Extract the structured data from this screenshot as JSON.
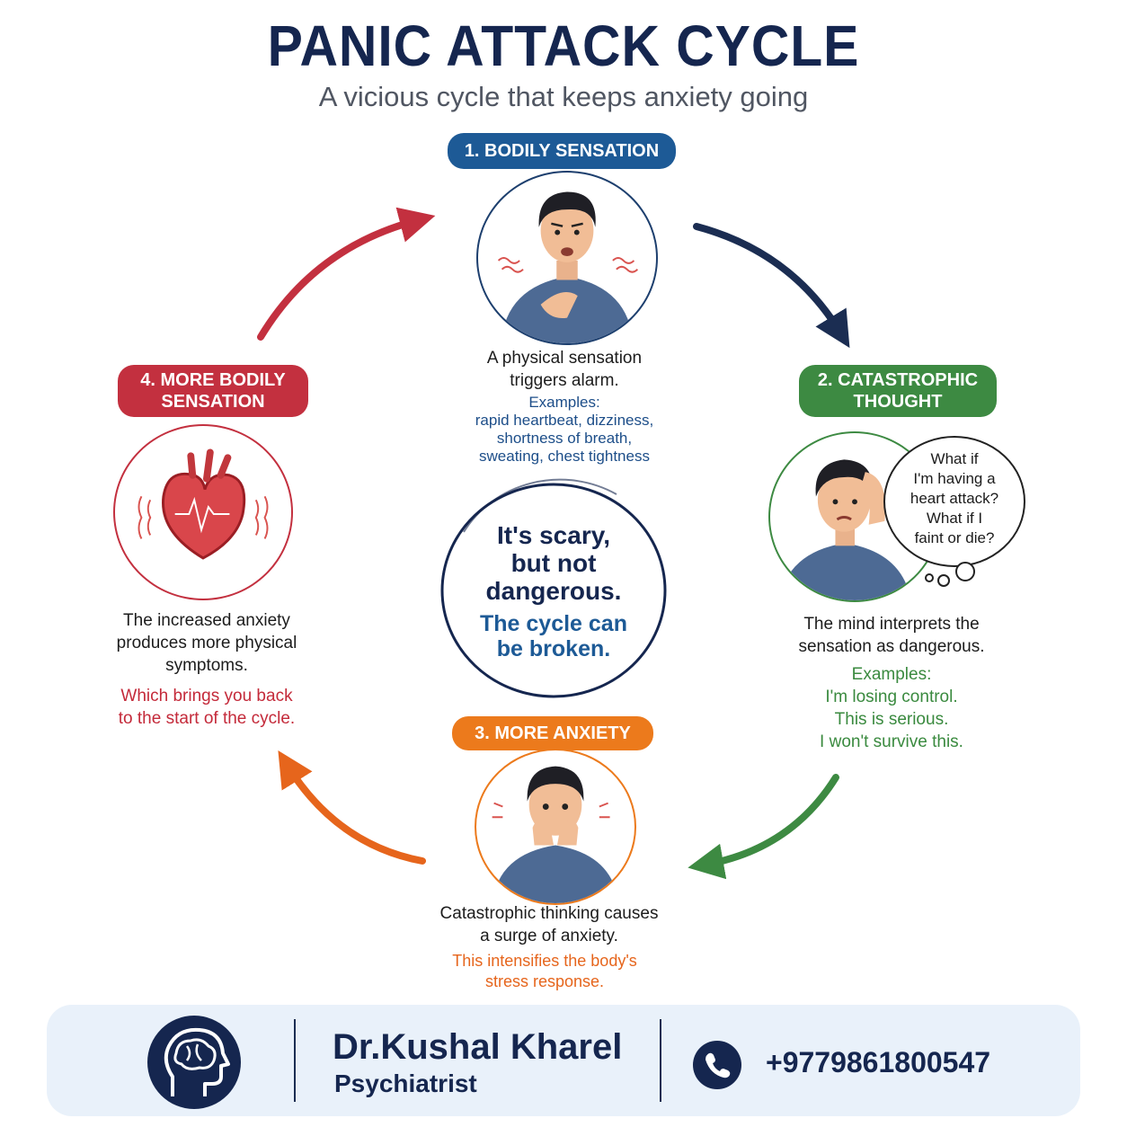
{
  "header": {
    "title": "PANIC ATTACK CYCLE",
    "subtitle": "A vicious cycle that keeps anxiety going"
  },
  "steps": [
    {
      "label": "1. BODILY SENSATION",
      "description": [
        "A physical sensation",
        "triggers alarm."
      ],
      "examples_heading": "Examples:",
      "examples": [
        "rapid heartbeat, dizziness,",
        "shortness of breath,",
        "sweating, chest tightness"
      ],
      "color": "#1d5a96"
    },
    {
      "label_lines": [
        "2. CATASTROPHIC",
        "THOUGHT"
      ],
      "thought_bubble": [
        "What if",
        "I'm having a",
        "heart attack?",
        "What if I",
        "faint or die?"
      ],
      "description": [
        "The mind interprets the",
        "sensation as dangerous."
      ],
      "examples_heading": "Examples:",
      "examples": [
        "I'm losing control.",
        "This is serious.",
        "I won't survive this."
      ],
      "color": "#3d8a42"
    },
    {
      "label": "3. MORE ANXIETY",
      "description": [
        "Catastrophic thinking causes",
        "a surge of anxiety."
      ],
      "note": [
        "This intensifies the body's",
        "stress response."
      ],
      "color": "#ec7a1c"
    },
    {
      "label_lines": [
        "4. MORE BODILY",
        "SENSATION"
      ],
      "description": [
        "The increased anxiety",
        "produces more physical",
        "symptoms."
      ],
      "note": [
        "Which brings you back",
        "to the start of the cycle."
      ],
      "color": "#c3303f"
    }
  ],
  "center": {
    "line1": [
      "It's scary,",
      "but not",
      "dangerous."
    ],
    "line2": [
      "The cycle can",
      "be broken."
    ]
  },
  "footer": {
    "name": "Dr.Kushal Kharel",
    "role": "Psychiatrist",
    "phone": "+9779861800547",
    "icons": [
      "brain-head-icon",
      "phone-icon"
    ]
  },
  "colors": {
    "navy": "#15264f",
    "blue": "#1d5a96",
    "green": "#3d8a42",
    "orange": "#ec7a1c",
    "red": "#c3303f",
    "footer_bg": "#e9f1fa"
  }
}
